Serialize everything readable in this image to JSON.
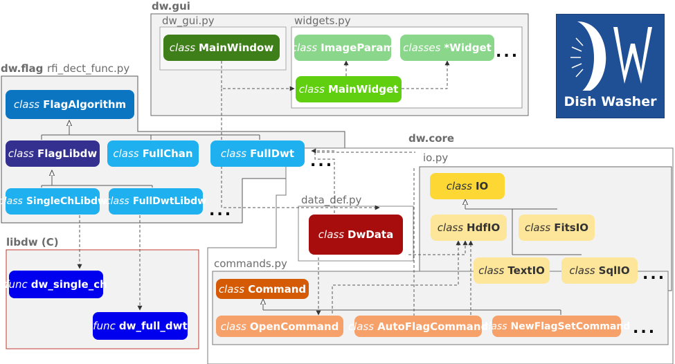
{
  "packages": {
    "gui": "dw.gui",
    "flag": "dw.flag",
    "libdw": "libdw (C)",
    "core": "dw.core"
  },
  "files": {
    "dw_gui": "dw_gui.py",
    "widgets": "widgets.py",
    "rfi_dect_func": "rfi_dect_func.py",
    "io": "io.py",
    "data_def": "data_def.py",
    "commands": "commands.py"
  },
  "keywords": {
    "class": "class",
    "classes": "classes",
    "func": "func"
  },
  "nodes": {
    "main_window": "MainWindow",
    "image_param": "ImageParam",
    "widget": "*Widget",
    "main_widget": "MainWidget",
    "flag_algorithm": "FlagAlgorithm",
    "flag_libdw": "FlagLibdw",
    "full_chan": "FullChan",
    "full_dwt": "FullDwt",
    "single_ch_libdw": "SingleChLibdw",
    "full_dwt_libdw": "FullDwtLibdw",
    "dw_single_ch": "dw_single_ch",
    "dw_full_dwt": "dw_full_dwt",
    "io": "IO",
    "hdf_io": "HdfIO",
    "fits_io": "FitsIO",
    "text_io": "TextIO",
    "sql_io": "SqlIO",
    "dw_data": "DwData",
    "command": "Command",
    "open_command": "OpenCommand",
    "auto_flag_command": "AutoFlagCommand",
    "new_flag_set_command": "NewFlagSetCommand"
  },
  "ellipsis": "...",
  "logo": {
    "text": "Dish Washer",
    "icon": "dw-logo-icon"
  },
  "colors": {
    "dark_green": "#3f7f1a",
    "light_green": "#8ad68a",
    "bright_green": "#5fcf0f",
    "dark_blue": "#0b75c2",
    "indigo": "#343090",
    "sky_blue": "#1fb0ef",
    "pure_blue": "#0000ee",
    "yellow_dark": "#fdd835",
    "yellow_light": "#fde59a",
    "dark_red": "#a80d0d",
    "dark_orange": "#d45a05",
    "light_orange": "#f6a06a",
    "logo_blue": "#1f4f95"
  }
}
